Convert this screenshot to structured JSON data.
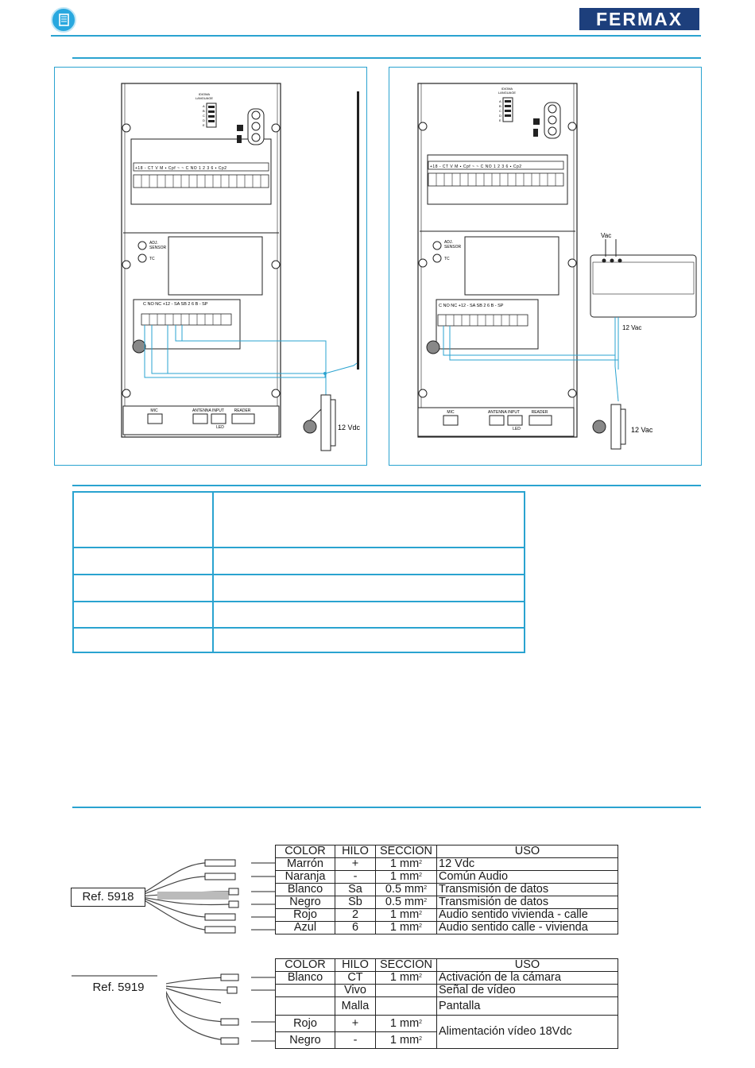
{
  "header": {
    "brand": "FERMAX",
    "doc_icon": "document-icon"
  },
  "diagram_left": {
    "module_top": {
      "idioma": "IDIOMA",
      "language": "LANGUAGE",
      "dip_letters": [
        "A",
        "B",
        "C",
        "D",
        "E"
      ],
      "terminals": [
        "+18",
        "-",
        "CT",
        "V",
        "M",
        "",
        "Cpf",
        "~",
        "~",
        "C",
        "NO",
        "1",
        "2",
        "3",
        "6",
        "",
        "Cp2"
      ]
    },
    "module_mid": {
      "adj": "ADJ.",
      "sensor": "SENSOR",
      "tc": "TC",
      "terminals": [
        "C",
        "NO",
        "NC",
        "+12",
        "-",
        "SA",
        "SB",
        "2",
        "6",
        "B",
        "-",
        "SP"
      ]
    },
    "module_bottom": {
      "mic": "MIC",
      "antenna": "ANTENNA INPUT",
      "reader": "READER",
      "led": "LED"
    },
    "lock_label": "12 Vdc"
  },
  "diagram_right": {
    "module_top": {
      "idioma": "IDIOMA",
      "language": "LANGUAGE",
      "dip_letters": [
        "A",
        "B",
        "C",
        "D",
        "E"
      ],
      "terminals": [
        "+18",
        "-",
        "CT",
        "V",
        "M",
        "",
        "Cpf",
        "~",
        "~",
        "C",
        "NO",
        "1",
        "2",
        "3",
        "6",
        "",
        "Cp2"
      ]
    },
    "module_mid": {
      "adj": "ADJ.",
      "sensor": "SENSOR",
      "tc": "TC",
      "terminals": [
        "C",
        "NO",
        "NC",
        "+12",
        "-",
        "SA",
        "SB",
        "2",
        "6",
        "B",
        "-",
        "SP"
      ]
    },
    "module_bottom": {
      "mic": "MIC",
      "antenna": "ANTENNA INPUT",
      "reader": "READER",
      "led": "LED"
    },
    "supply_label": "Vac",
    "supply_out": "12 Vac",
    "lock_label": "12 Vac"
  },
  "cable_5918": {
    "ref": "Ref. 5918",
    "headers": [
      "COLOR",
      "HILO",
      "SECCION",
      "USO"
    ],
    "rows": [
      {
        "color": "Marrón",
        "hilo": "+",
        "seccion": "1    mm",
        "uso": "12 Vdc"
      },
      {
        "color": "Naranja",
        "hilo": "-",
        "seccion": "1    mm",
        "uso": "Común Audio"
      },
      {
        "color": "Blanco",
        "hilo": "Sa",
        "seccion": "0.5 mm",
        "uso": "Transmisión de datos"
      },
      {
        "color": "Negro",
        "hilo": "Sb",
        "seccion": "0.5 mm",
        "uso": "Transmisión de datos"
      },
      {
        "color": "Rojo",
        "hilo": "2",
        "seccion": "1    mm",
        "uso": "Audio sentido vivienda - calle"
      },
      {
        "color": "Azul",
        "hilo": "6",
        "seccion": "1    mm",
        "uso": "Audio sentido calle - vivienda"
      }
    ],
    "sup": "2"
  },
  "cable_5919": {
    "ref": "Ref. 5919",
    "headers": [
      "COLOR",
      "HILO",
      "SECCION",
      "USO"
    ],
    "rows": [
      {
        "color": "Blanco",
        "hilo": "CT",
        "seccion": "1 mm",
        "uso": "Activación de la cámara"
      },
      {
        "color": "",
        "hilo": "Vivo",
        "seccion": "",
        "uso": "Señal de vídeo"
      },
      {
        "color": "",
        "hilo": "Malla",
        "seccion": "",
        "uso": "Pantalla"
      },
      {
        "color": "Rojo",
        "hilo": "+",
        "seccion": "1 mm",
        "uso": "Alimentación vídeo  18Vdc"
      },
      {
        "color": "Negro",
        "hilo": "-",
        "seccion": "1 mm",
        "uso": ""
      }
    ],
    "sup": "2"
  }
}
